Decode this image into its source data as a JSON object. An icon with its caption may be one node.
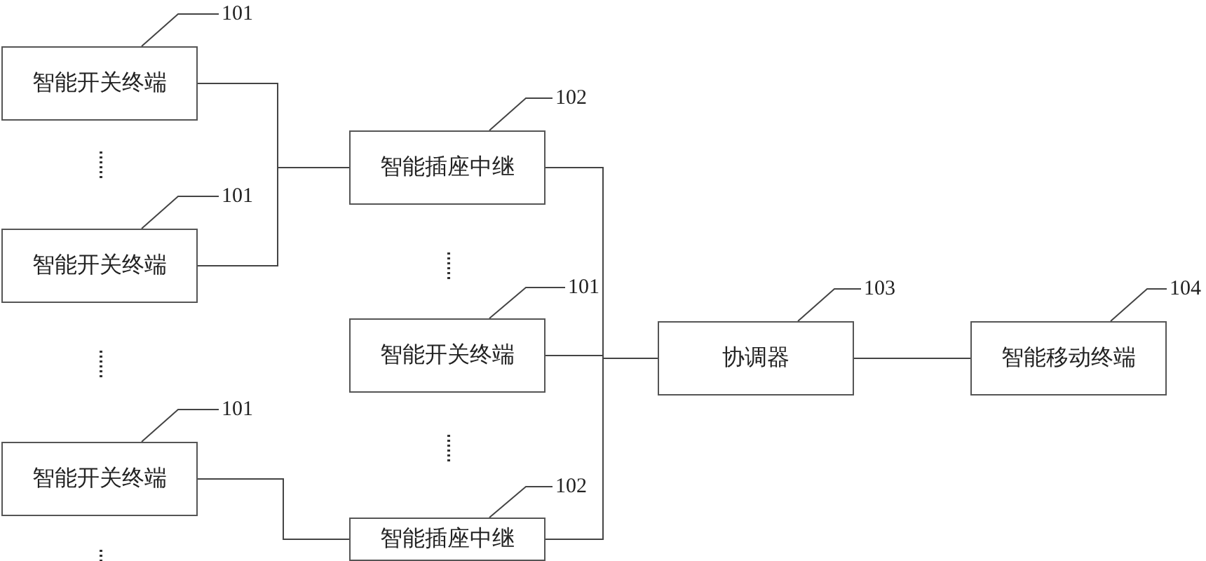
{
  "diagram": {
    "nodes": [
      {
        "text": [
          "智能开关终端"
        ]
      },
      {
        "text": [
          "智能开关终端"
        ]
      },
      {
        "text": [
          "智能开关终端"
        ]
      },
      {
        "text": [
          "智能插座中继"
        ]
      },
      {
        "text": [
          "智能开关终端"
        ]
      },
      {
        "text": [
          "智能插座中继"
        ]
      },
      {
        "text": [
          "协调器"
        ]
      },
      {
        "text": [
          "智能移动终端"
        ]
      },
      {
        "text": [
          "101"
        ]
      },
      {
        "text": [
          "101"
        ]
      },
      {
        "text": [
          "101"
        ]
      },
      {
        "text": [
          "102"
        ]
      },
      {
        "text": [
          "101"
        ]
      },
      {
        "text": [
          "102"
        ]
      },
      {
        "text": [
          "103"
        ]
      },
      {
        "text": [
          "104"
        ]
      }
    ],
    "edges": [
      {
        "from": 0,
        "to": 3,
        "arrow": "none"
      },
      {
        "from": 1,
        "to": 3,
        "arrow": "none"
      },
      {
        "from": 2,
        "to": 5,
        "arrow": "none"
      },
      {
        "from": 3,
        "to": 6,
        "arrow": "none"
      },
      {
        "from": 4,
        "to": 6,
        "arrow": "none"
      },
      {
        "from": 5,
        "to": 6,
        "arrow": "none"
      },
      {
        "from": 6,
        "to": 7,
        "arrow": "none"
      },
      {
        "from": 8,
        "to": 0,
        "arrow": "none"
      },
      {
        "from": 9,
        "to": 1,
        "arrow": "none"
      },
      {
        "from": 10,
        "to": 2,
        "arrow": "none"
      },
      {
        "from": 11,
        "to": 3,
        "arrow": "none"
      },
      {
        "from": 12,
        "to": 4,
        "arrow": "none"
      },
      {
        "from": 13,
        "to": 5,
        "arrow": "none"
      },
      {
        "from": 14,
        "to": 6,
        "arrow": "none"
      },
      {
        "from": 15,
        "to": 7,
        "arrow": "none"
      }
    ]
  }
}
